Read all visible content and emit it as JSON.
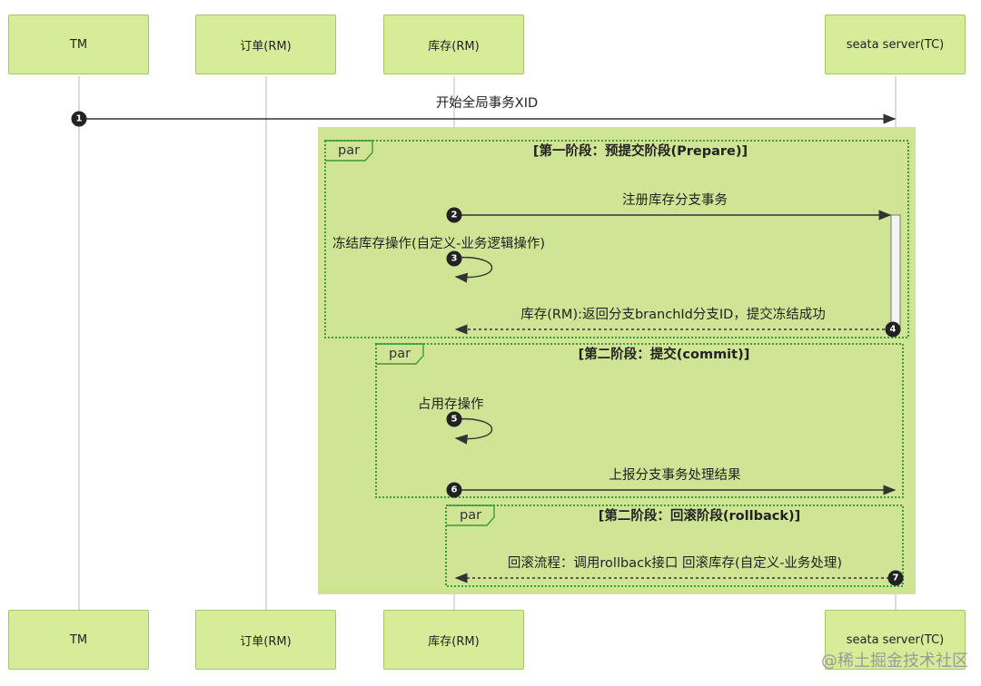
{
  "actors": [
    {
      "id": "tm",
      "label": "TM"
    },
    {
      "id": "order",
      "label": "订单(RM)"
    },
    {
      "id": "stock",
      "label": "库存(RM)"
    },
    {
      "id": "tc",
      "label": "seata server(TC)"
    }
  ],
  "messages": [
    {
      "num": "1",
      "text": "开始全局事务XID",
      "from": "TM",
      "to": "seata server(TC)",
      "style": "solid"
    },
    {
      "num": "2",
      "text": "注册库存分支事务",
      "from": "库存(RM)",
      "to": "seata server(TC)",
      "style": "solid"
    },
    {
      "num": "3",
      "text": "冻结库存操作(自定义-业务逻辑操作)",
      "from": "库存(RM)",
      "to": "库存(RM)",
      "style": "self"
    },
    {
      "num": "4",
      "text": "库存(RM):返回分支branchId分支ID，提交冻结成功",
      "from": "seata server(TC)",
      "to": "库存(RM)",
      "style": "dashed"
    },
    {
      "num": "5",
      "text": "占用存操作",
      "from": "库存(RM)",
      "to": "库存(RM)",
      "style": "self"
    },
    {
      "num": "6",
      "text": "上报分支事务处理结果",
      "from": "库存(RM)",
      "to": "seata server(TC)",
      "style": "solid"
    },
    {
      "num": "7",
      "text": "回滚流程：调用rollback接口 回滚库存(自定义-业务处理)",
      "from": "seata server(TC)",
      "to": "库存(RM)",
      "style": "dashed"
    }
  ],
  "fragments": [
    {
      "tag": "par",
      "title": "[第一阶段：预提交阶段(Prepare)]"
    },
    {
      "tag": "par",
      "title": "[第二阶段：提交(commit)]"
    },
    {
      "tag": "par",
      "title": "[第二阶段：回滚阶段(rollback)]"
    }
  ],
  "colors": {
    "actor_fill": "#d7ec99",
    "actor_border": "#a6c56a",
    "region_fill": "#cfe595",
    "fragment_border": "#3f9a3a",
    "lifeline": "#b8b8b8",
    "arrow": "#333333"
  },
  "watermark": "@稀土掘金技术社区"
}
